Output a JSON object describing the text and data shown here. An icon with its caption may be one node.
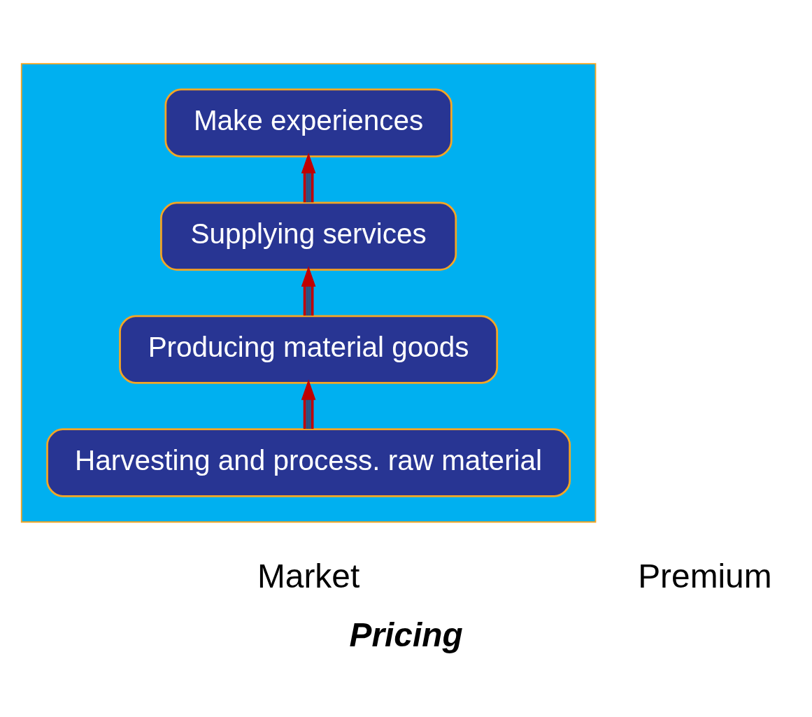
{
  "diagram": {
    "caption": "Pricing",
    "nodes": [
      {
        "text": [],
        "shape": "box"
      },
      {
        "text": [
          "Make experiences"
        ],
        "in": 0
      },
      {
        "text": [
          "Supplying services"
        ],
        "in": 0
      },
      {
        "text": [
          "Producing material goods"
        ],
        "in": 0
      },
      {
        "text": [
          "Harvesting and process. raw material"
        ],
        "in": 0
      }
    ],
    "edges": [
      {
        "from": 4,
        "to": 3,
        "arrow": "to"
      },
      {
        "from": 3,
        "to": 2,
        "arrow": "to"
      },
      {
        "from": 2,
        "to": 1,
        "arrow": "to"
      }
    ],
    "labels": [
      "Market",
      "Premium"
    ]
  }
}
